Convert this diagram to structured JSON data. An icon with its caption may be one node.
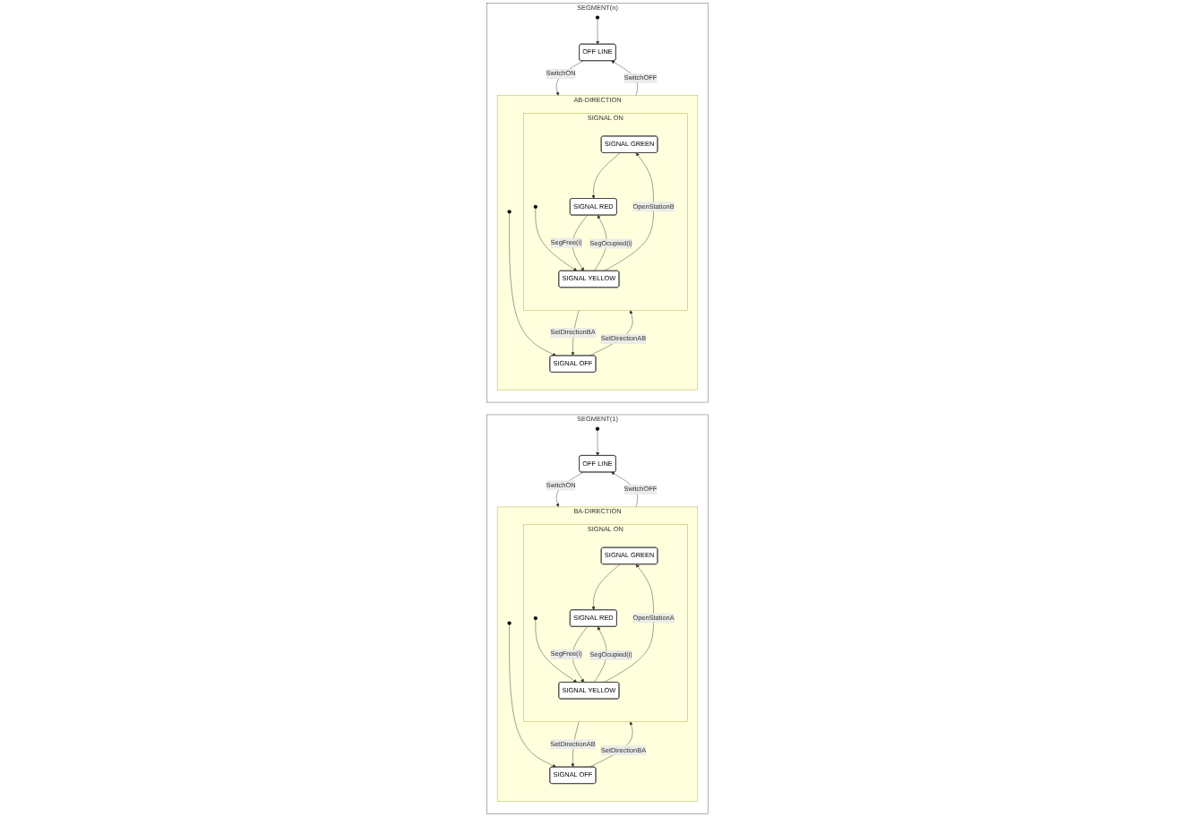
{
  "diagram": {
    "nodes": [
      {
        "text": [
          "SEGMENT(1)"
        ]
      },
      {
        "text": [
          "BA-DIRECTION"
        ],
        "in": 0
      },
      {
        "text": [],
        "shape": "circle",
        "in": 1
      },
      {
        "text": [
          "SIGNAL OFF"
        ],
        "in": 1
      },
      {
        "text": [
          "SIGNAL ON"
        ],
        "in": 1
      },
      {
        "text": [
          "SIGNAL GREEN"
        ],
        "in": 4
      },
      {
        "text": [],
        "shape": "circle",
        "in": 4
      },
      {
        "text": [
          "SIGNAL YELLOW"
        ],
        "in": 4
      },
      {
        "text": [
          "SIGNAL RED"
        ],
        "in": 4
      },
      {
        "text": [],
        "shape": "circle",
        "in": 0
      },
      {
        "text": [
          "OFF LINE"
        ],
        "in": 0
      },
      {
        "text": [
          "SEGMENT(n)"
        ]
      },
      {
        "text": [
          "AB-DIRECTION"
        ],
        "in": 11
      },
      {
        "text": [],
        "shape": "circle",
        "in": 12
      },
      {
        "text": [
          "SIGNAL OFF"
        ],
        "in": 12
      },
      {
        "text": [
          "SIGNAL ON"
        ],
        "in": 12
      },
      {
        "text": [
          "SIGNAL GREEN"
        ],
        "in": 15
      },
      {
        "text": [],
        "shape": "circle",
        "in": 15
      },
      {
        "text": [
          "SIGNAL YELLOW"
        ],
        "in": 15
      },
      {
        "text": [
          "SIGNAL RED"
        ],
        "in": 15
      },
      {
        "text": [],
        "shape": "circle",
        "in": 11
      },
      {
        "text": [
          "OFF LINE"
        ],
        "in": 11
      }
    ],
    "edges": [
      {
        "from": 2,
        "to": 3,
        "arrow": "to"
      },
      {
        "from": 3,
        "to": 4,
        "arrow": "to",
        "label": "SetDirectionBA"
      },
      {
        "from": 4,
        "to": 3,
        "arrow": "to",
        "label": "SetDirectionAB"
      },
      {
        "from": 7,
        "to": 5,
        "arrow": "to",
        "label": "OpenStationA"
      },
      {
        "from": 6,
        "to": 7,
        "arrow": "to"
      },
      {
        "from": 5,
        "to": 8,
        "arrow": "to"
      },
      {
        "from": 7,
        "to": 8,
        "arrow": "to",
        "label": "SegOcupied(i)"
      },
      {
        "from": 8,
        "to": 7,
        "arrow": "to",
        "label": "SegFree(i)"
      },
      {
        "from": 1,
        "to": 10,
        "arrow": "to",
        "label": "SwitchOFF"
      },
      {
        "from": 10,
        "to": 1,
        "arrow": "to",
        "label": "SwitchON"
      },
      {
        "from": 9,
        "to": 10,
        "arrow": "to"
      },
      {
        "from": 13,
        "to": 14,
        "arrow": "to"
      },
      {
        "from": 14,
        "to": 15,
        "arrow": "to",
        "label": "SetDirectionAB"
      },
      {
        "from": 15,
        "to": 14,
        "arrow": "to",
        "label": "SetDirectionBA"
      },
      {
        "from": 18,
        "to": 16,
        "arrow": "to",
        "label": "OpenStationB"
      },
      {
        "from": 17,
        "to": 18,
        "arrow": "to"
      },
      {
        "from": 16,
        "to": 19,
        "arrow": "to"
      },
      {
        "from": 18,
        "to": 19,
        "arrow": "to",
        "label": "SegOcupied(i)"
      },
      {
        "from": 19,
        "to": 18,
        "arrow": "to",
        "label": "SegFree(i)"
      },
      {
        "from": 12,
        "to": 21,
        "arrow": "to",
        "label": "SwitchOFF"
      },
      {
        "from": 21,
        "to": 12,
        "arrow": "to",
        "label": "SwitchON"
      },
      {
        "from": 20,
        "to": 21,
        "arrow": "to"
      }
    ]
  }
}
